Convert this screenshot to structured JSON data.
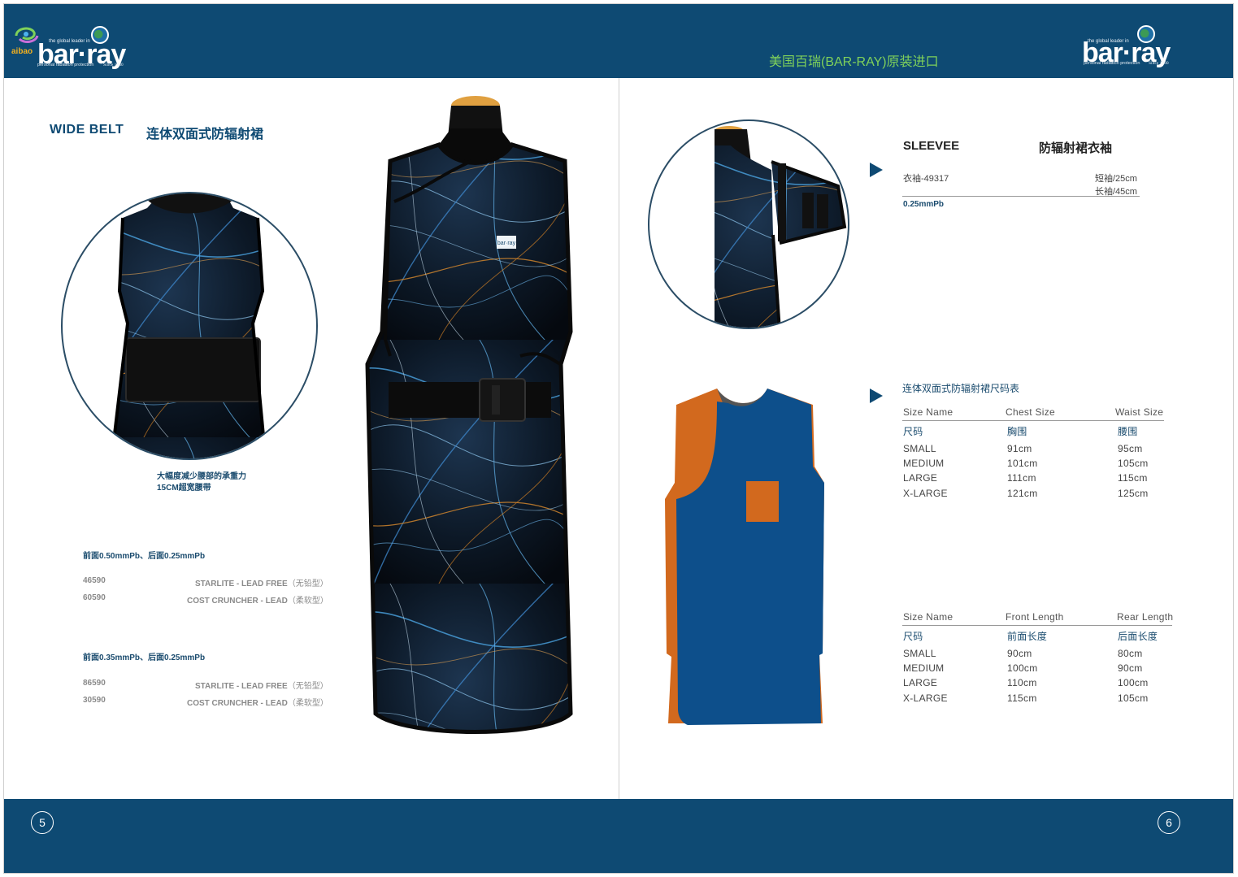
{
  "header": {
    "center_text": "美国百瑞(BAR-RAY)原装进口",
    "brand_word": "bar·ray",
    "brand_tagline": "the global leader in",
    "brand_sub": "personal radiation protection",
    "brand_since": "Since 1930",
    "reseller_mark": "aibao"
  },
  "colors": {
    "band": "#0e4a73",
    "accent_orange": "#d2691e",
    "apron_blue": "#0d4f8b",
    "header_green": "#7fd15a"
  },
  "left_page": {
    "title_en": "WIDE BELT",
    "title_cn": "连体双面式防辐射裙",
    "caption_line1": "大幅度减少腰部的承重力",
    "caption_line2": "15CM超宽腰带",
    "spec_group1": {
      "heading": "前面0.50mmPb、后面0.25mmPb",
      "rows": [
        {
          "code": "46590",
          "name": "STARLITE - LEAD FREE",
          "cn": "（无铅型）"
        },
        {
          "code": "60590",
          "name": "COST CRUNCHER - LEAD",
          "cn": "（柔软型）"
        }
      ]
    },
    "spec_group2": {
      "heading": "前面0.35mmPb、后面0.25mmPb",
      "rows": [
        {
          "code": "86590",
          "name": "STARLITE - LEAD FREE",
          "cn": "（无铅型）"
        },
        {
          "code": "30590",
          "name": "COST CRUNCHER - LEAD",
          "cn": "（柔软型）"
        }
      ]
    },
    "page_number": "5",
    "apron_badge": "bar·ray"
  },
  "right_page": {
    "sleeve_title_en": "SLEEVEE",
    "sleeve_title_cn": "防辐射裙衣袖",
    "sleeve_code": "衣袖-49317",
    "sleeve_short": "短袖/25cm",
    "sleeve_long": "长袖/45cm",
    "sleeve_pb": "0.25mmPb",
    "table_title": "连体双面式防辐射裙尺码表",
    "table1": {
      "headers_en": [
        "Size Name",
        "Chest Size",
        "Waist Size"
      ],
      "headers_cn": [
        "尺码",
        "胸围",
        "腰围"
      ],
      "rows": [
        [
          "SMALL",
          "91cm",
          "95cm"
        ],
        [
          "MEDIUM",
          "101cm",
          "105cm"
        ],
        [
          "LARGE",
          "111cm",
          "115cm"
        ],
        [
          "X-LARGE",
          "121cm",
          "125cm"
        ]
      ]
    },
    "table2": {
      "headers_en": [
        "Size Name",
        "Front Length",
        "Rear Length"
      ],
      "headers_cn": [
        "尺码",
        "前面长度",
        "后面长度"
      ],
      "rows": [
        [
          "SMALL",
          "90cm",
          "80cm"
        ],
        [
          "MEDIUM",
          "100cm",
          "90cm"
        ],
        [
          "LARGE",
          "110cm",
          "100cm"
        ],
        [
          "X-LARGE",
          "115cm",
          "105cm"
        ]
      ]
    },
    "page_number": "6"
  }
}
